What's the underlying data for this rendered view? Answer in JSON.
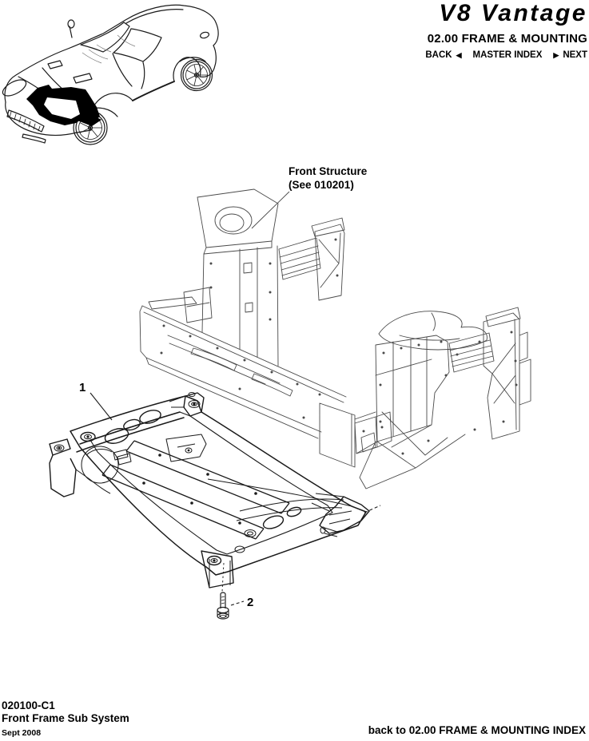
{
  "header": {
    "logo": "V8 Vantage",
    "section_title": "02.00 FRAME & MOUNTING",
    "nav": {
      "back_label": "BACK",
      "back_arrow": "◀",
      "master_index_label": "MASTER INDEX",
      "next_arrow": "▶",
      "next_label": "NEXT"
    }
  },
  "diagram": {
    "annotation_line1": "Front Structure",
    "annotation_line2": "(See 010201)",
    "callout_1": "1",
    "callout_2": "2"
  },
  "footer": {
    "doc_number": "020100-C1",
    "title": "Front Frame Sub System",
    "date": "Sept 2008",
    "back_link": "back to 02.00 FRAME & MOUNTING INDEX"
  },
  "colors": {
    "ink": "#000000",
    "structure_line": "#4a4a4a",
    "subframe_line": "#1a1a1a",
    "background": "#ffffff"
  }
}
